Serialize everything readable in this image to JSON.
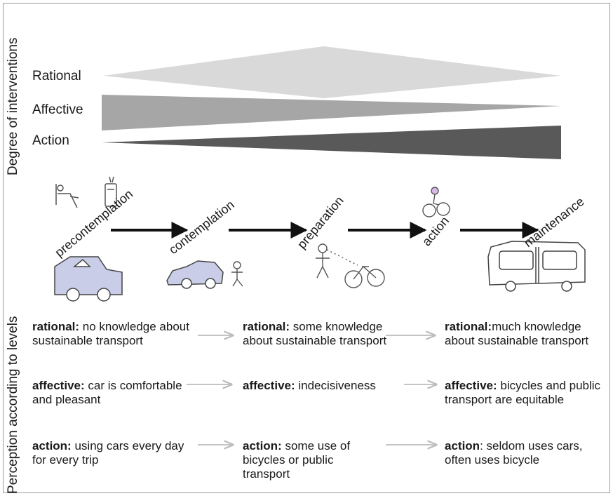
{
  "axis_labels": {
    "top": "Degree of interventions",
    "bottom": "Perception according to levels"
  },
  "interventions": [
    "Rational",
    "Affective",
    "Action"
  ],
  "stages": [
    "precontemplation",
    "contemplation",
    "preparation",
    "action",
    "maintenance"
  ],
  "levels": [
    {
      "cells": [
        {
          "term": "rational:",
          "text": " no knowledge about sustainable transport"
        },
        {
          "term": "rational:",
          "text": " some knowledge about sustainable transport"
        },
        {
          "term": "rational:",
          "text": "much knowledge about sustainable transport"
        }
      ]
    },
    {
      "cells": [
        {
          "term": "affective:",
          "text": " car is comfortable and pleasant"
        },
        {
          "term": "affective:",
          "text": " indecisiveness"
        },
        {
          "term": "affective:",
          "text": " bicycles and public transport are equitable"
        }
      ]
    },
    {
      "cells": [
        {
          "term": "action:",
          "text": " using cars every day for every trip"
        },
        {
          "term": "action:",
          "text": " some use of bicycles or public transport"
        },
        {
          "term": "action",
          "text": ": seldom uses cars, often uses bicycle"
        }
      ]
    }
  ],
  "colors": {
    "rational_wedge": "#d9d9d9",
    "affective_wedge": "#a6a6a6",
    "action_wedge": "#595959",
    "stage_arrow": "#111111",
    "level_arrow": "#c4c4c4"
  }
}
